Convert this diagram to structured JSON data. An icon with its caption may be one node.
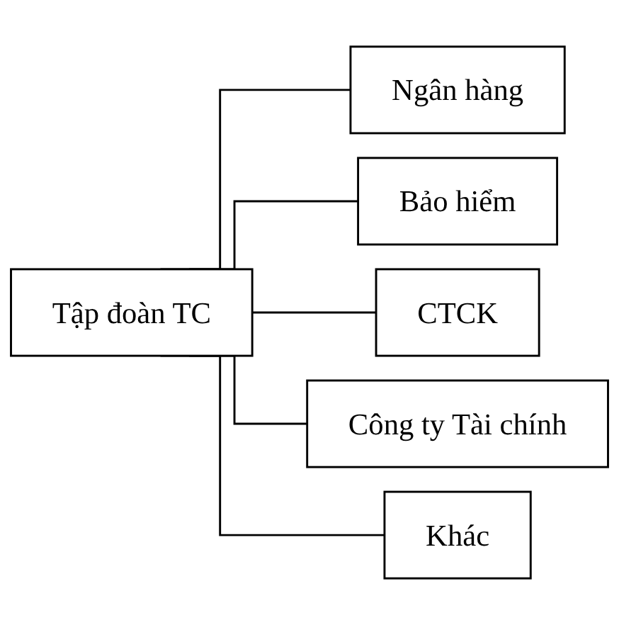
{
  "diagram": {
    "nodes": [
      {
        "text": [
          "Tập đoàn TC"
        ]
      },
      {
        "text": [
          "Ngân hàng"
        ]
      },
      {
        "text": [
          "Bảo hiểm"
        ]
      },
      {
        "text": [
          "CTCK"
        ]
      },
      {
        "text": [
          "Công ty Tài chính"
        ]
      },
      {
        "text": [
          "Khác"
        ]
      }
    ],
    "edges": [
      {
        "from": 0,
        "to": 1,
        "arrow": "none"
      },
      {
        "from": 0,
        "to": 2,
        "arrow": "none"
      },
      {
        "from": 0,
        "to": 3,
        "arrow": "none"
      },
      {
        "from": 0,
        "to": 4,
        "arrow": "none"
      },
      {
        "from": 0,
        "to": 5,
        "arrow": "none"
      }
    ]
  }
}
